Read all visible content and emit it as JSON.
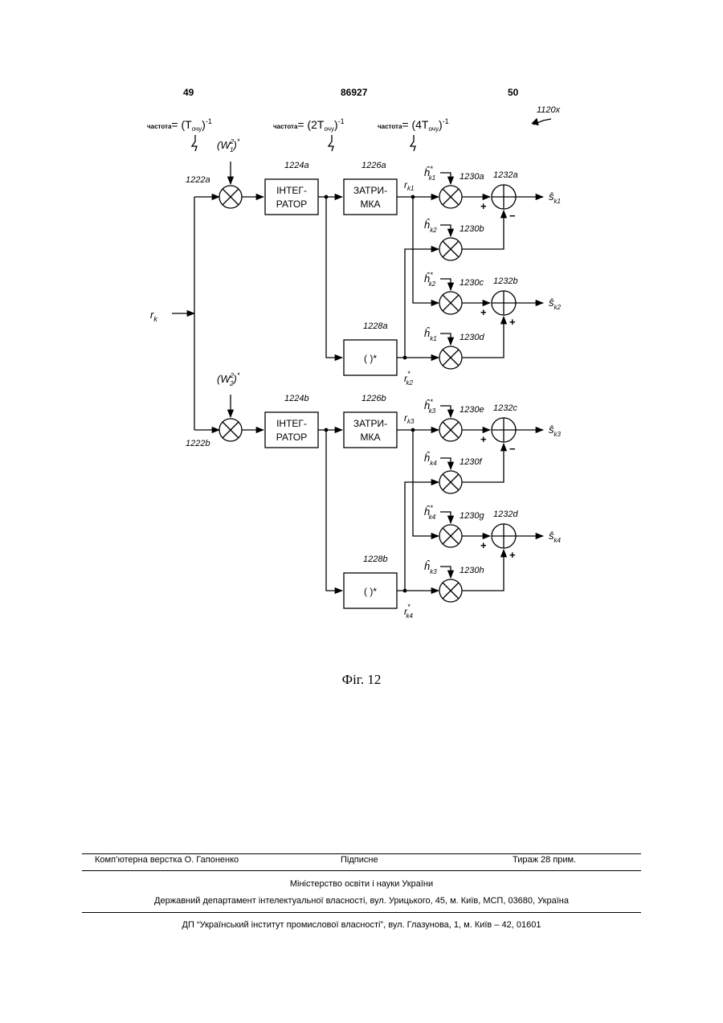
{
  "header": {
    "page_left": "49",
    "patent_number": "86927",
    "page_right": "50"
  },
  "figure": {
    "ref": "1120x",
    "freq_label": "частота",
    "freq_values": [
      "= (T",
      "= (2T",
      "= (4T"
    ],
    "chip_sub": "очу",
    "inv_exp": ")",
    "minus_one": "-1",
    "input": "r",
    "input_sub": "k",
    "weights": [
      {
        "w": "(W",
        "sup": "2",
        "sub": "1",
        "tail": ")",
        "star": "*"
      },
      {
        "w": "(W",
        "sup": "2",
        "sub": "2",
        "tail": ")",
        "star": "*"
      }
    ],
    "mult_refs": [
      "1222a",
      "1222b"
    ],
    "integrator_refs": [
      "1224a",
      "1224b"
    ],
    "integrator_text": [
      "ІНТЕГ-",
      "РАТОР"
    ],
    "delay_refs": [
      "1226a",
      "1226b"
    ],
    "delay_text": [
      "ЗАТРИ-",
      "МКА"
    ],
    "conj_refs": [
      "1228a",
      "1228b"
    ],
    "conj_text": "(   )*",
    "signals": [
      "r",
      "r",
      "r",
      "r"
    ],
    "signal_subs": [
      "k1",
      "k2",
      "k3",
      "k4"
    ],
    "signal_star": "*",
    "h_hat": "ĥ",
    "h_subs": [
      "k1",
      "k2",
      "k2",
      "k1",
      "k3",
      "k4",
      "k4",
      "k3"
    ],
    "h_star": "*",
    "mixer_refs": [
      "1230a",
      "1230b",
      "1230c",
      "1230d",
      "1230e",
      "1230f",
      "1230g",
      "1230h"
    ],
    "adder_refs": [
      "1232a",
      "1232b",
      "1232c",
      "1232d"
    ],
    "outputs": "ŝ",
    "output_subs": [
      "k1",
      "k2",
      "k3",
      "k4"
    ],
    "plus": "+",
    "minus": "−"
  },
  "caption": "Фіг. 12",
  "footer": {
    "layout": "Комп’ютерна верстка О. Гапоненко",
    "signed": "Підписне",
    "print_run": "Тираж 28 прим.",
    "ministry": "Міністерство освіти і науки України",
    "department": "Державний департамент інтелектуальної власності, вул. Урицького, 45, м. Київ, МСП, 03680, Україна",
    "institute": "ДП “Український інститут промислової власності”, вул. Глазунова, 1, м. Київ – 42, 01601"
  }
}
